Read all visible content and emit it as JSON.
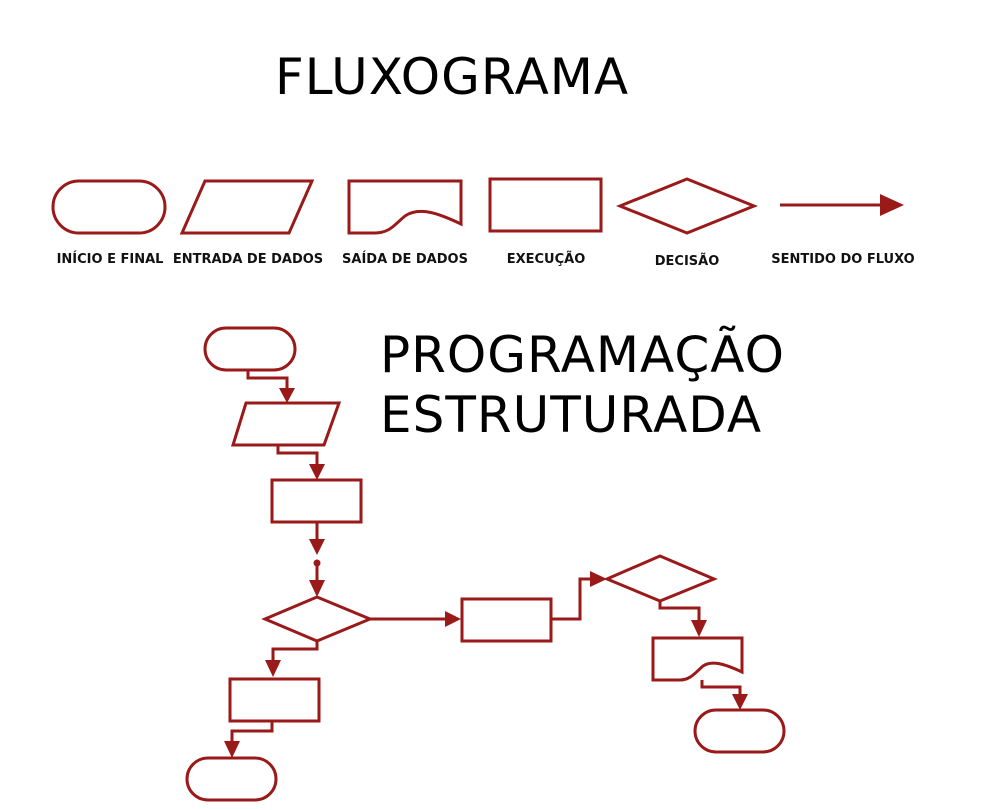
{
  "title": "FLUXOGRAMA",
  "subtitle_line1": "PROGRAMAÇÃO",
  "subtitle_line2": "ESTRUTURADA",
  "accent_color": "#9a1a1a",
  "legend": [
    {
      "shape": "terminator",
      "label": "INÍCIO E FINAL"
    },
    {
      "shape": "parallelogram",
      "label": "ENTRADA DE DADOS"
    },
    {
      "shape": "document",
      "label": "SAÍDA DE DADOS"
    },
    {
      "shape": "rectangle",
      "label": "EXECUÇÃO"
    },
    {
      "shape": "diamond",
      "label": "DECISÃO"
    },
    {
      "shape": "arrow",
      "label": "SENTIDO DO FLUXO"
    }
  ]
}
